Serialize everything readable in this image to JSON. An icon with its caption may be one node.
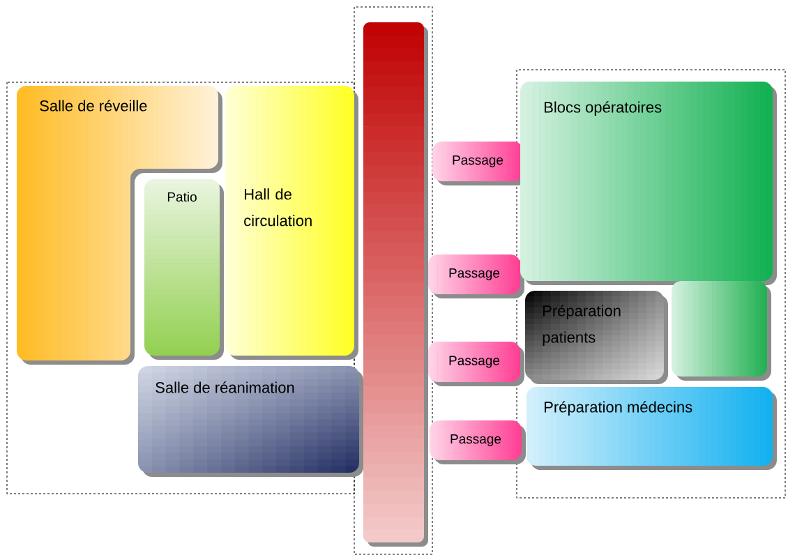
{
  "diagram": {
    "nodes": [
      {
        "text": [],
        "shape": "box"
      },
      {
        "text": [
          "Salle de réveille"
        ],
        "in": 0
      },
      {
        "text": [
          "Patio"
        ],
        "in": 0
      },
      {
        "text": [
          "Hall de circulation"
        ],
        "in": 0
      },
      {
        "text": [
          "Salle de réanimation"
        ],
        "in": 0
      },
      {
        "text": [],
        "shape": "box"
      },
      {
        "text": [],
        "shape": "bar",
        "in": 5
      },
      {
        "text": [
          "Passage"
        ]
      },
      {
        "text": [
          "Passage"
        ]
      },
      {
        "text": [
          "Passage"
        ]
      },
      {
        "text": [
          "Passage"
        ]
      },
      {
        "text": [],
        "shape": "box"
      },
      {
        "text": [
          "Blocs opératoires"
        ],
        "in": 11
      },
      {
        "text": [
          "Préparation patients"
        ],
        "in": 11
      },
      {
        "text": [],
        "shape": "box",
        "in": 11
      },
      {
        "text": [
          "Préparation médecins"
        ],
        "in": 11
      }
    ]
  }
}
